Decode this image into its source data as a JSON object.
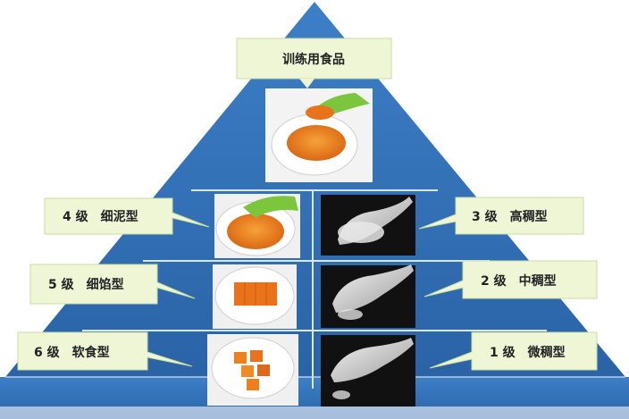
{
  "title": "训练用食品",
  "levels": [
    {
      "id": "level-4",
      "text": "4 级　细泥型",
      "side": "left"
    },
    {
      "id": "level-3",
      "text": "3 级　高稠型",
      "side": "right"
    },
    {
      "id": "level-5",
      "text": "5 级　细馅型",
      "side": "left"
    },
    {
      "id": "level-2",
      "text": "2 级　中稠型",
      "side": "right"
    },
    {
      "id": "level-6",
      "text": "6 级　软食型",
      "side": "left"
    },
    {
      "id": "level-1",
      "text": "1 级　微稠型",
      "side": "right"
    }
  ],
  "colors": {
    "pyramid": "#2e6fb8",
    "pyramid_dark": "#1f4f8c",
    "divider": "#d9e6f5",
    "callout_fill": "#eef6d6",
    "callout_stroke": "#c9dca0",
    "food_orange": "#e8731a",
    "spoon_green": "#7cc63e",
    "photo_dark": "#111111"
  }
}
